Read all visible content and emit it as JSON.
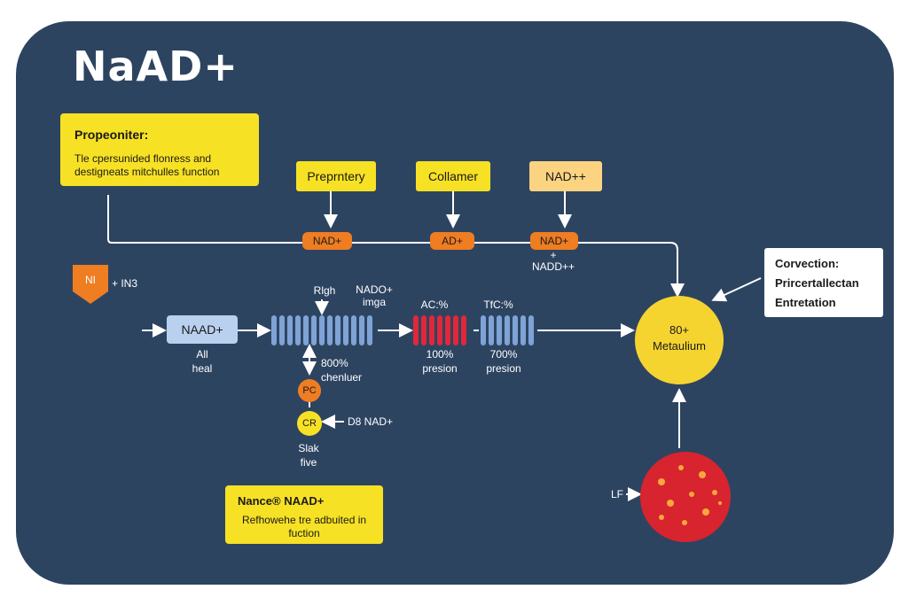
{
  "title": "NaAD+",
  "proponent": {
    "heading": "Propeoniter:",
    "text": "Tle cpersunided flonress and destigneats mitchulles function"
  },
  "top_boxes": [
    {
      "label": "Preprntery"
    },
    {
      "label": "Collamer"
    },
    {
      "label": "NAD++"
    }
  ],
  "pills": [
    "NAD+",
    "AD+",
    "NAD+"
  ],
  "nadd_note": "+\nNADD++",
  "ni": {
    "badge": "NI",
    "text": "+ IN3"
  },
  "naad_box": "NAAD+",
  "all_heal": "All\nheal",
  "rigah": "Rlgh",
  "nado_imga": "NADO+\nimga",
  "ac": "AC:%",
  "tfc": "TfC:%",
  "chenver": "800%\nchenluer",
  "presion1": "100%\npresion",
  "presion2": "700%\npresion",
  "pc": "PC",
  "cr": "CR",
  "db_nad": "D8 NAD+",
  "stak": "Slak\nfive",
  "nance": {
    "heading": "Nance® NAAD+",
    "text": "Refhowehe tre adbuited in fuction"
  },
  "convection": {
    "lines": [
      "Corvection:",
      "Prircertallectan",
      "Entretation"
    ]
  },
  "metabolium": "80+\nMetaulium",
  "lf": "LF",
  "colors": {
    "background": "#2d4461",
    "yellow": "#f7e125",
    "orange": "#ef7d22",
    "blue_bar": "#7fa3d6",
    "red_bar": "#e0283a",
    "circle_yellow": "#f5d430",
    "circle_red": "#d8242f"
  }
}
